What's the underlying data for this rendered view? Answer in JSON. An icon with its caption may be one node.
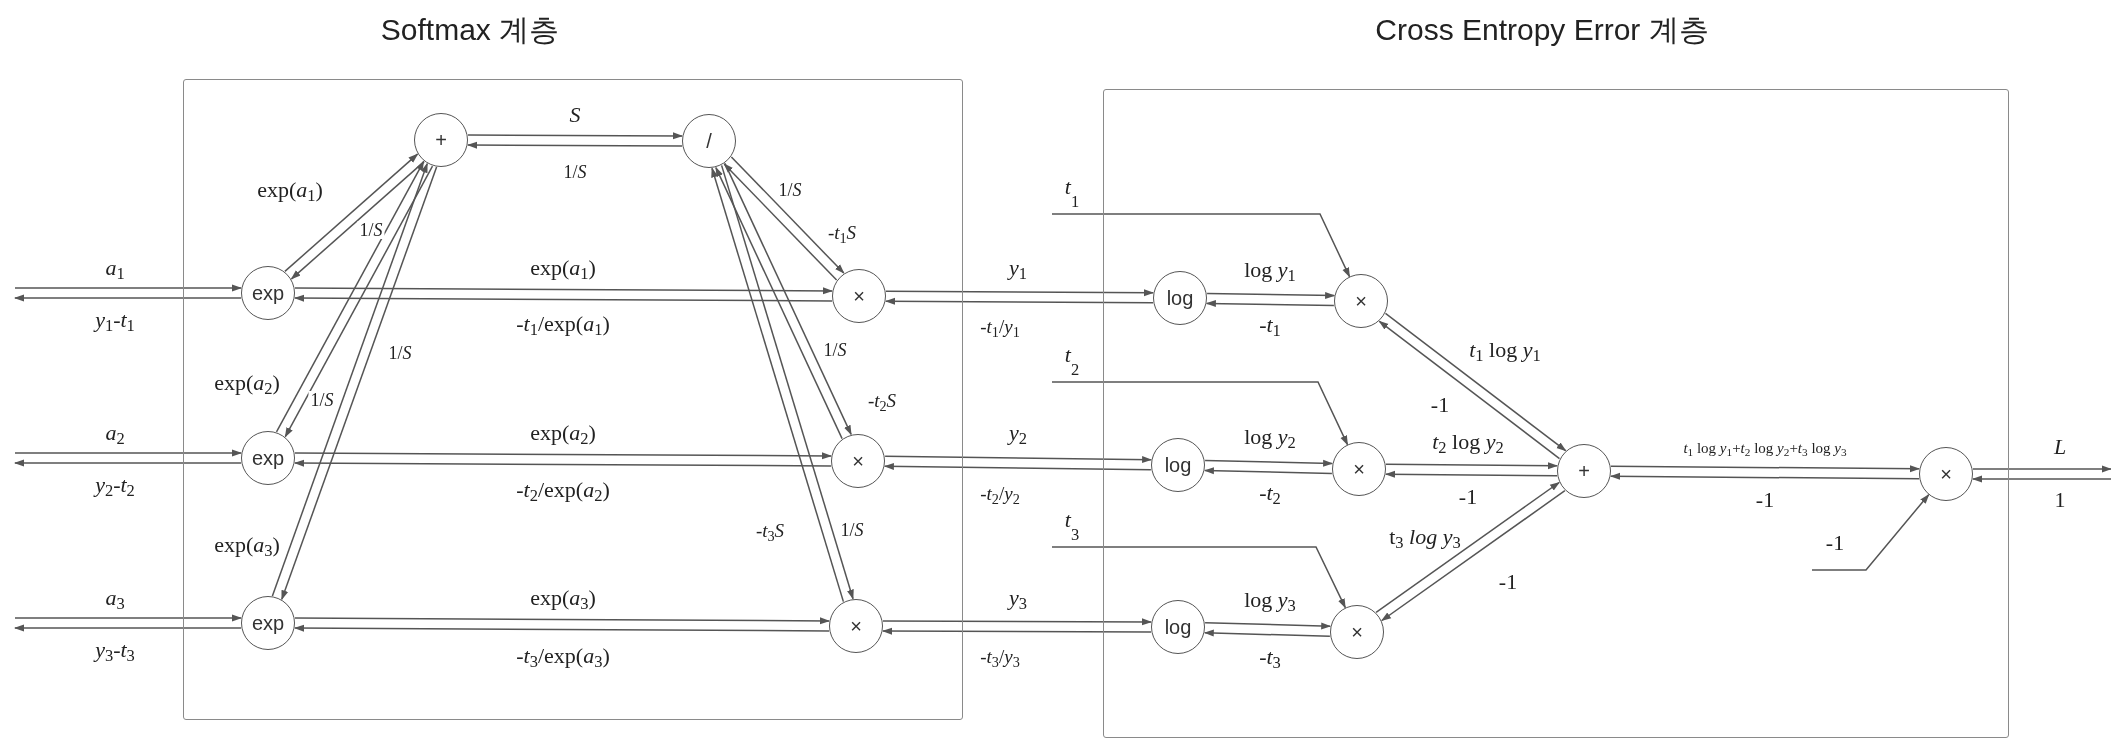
{
  "diagram": {
    "nodes": [
      {
        "text": [
          "Softmax 계층"
        ]
      },
      {
        "text": [
          "Cross Entropy Error 계층"
        ]
      },
      {
        "text": [
          "exp"
        ],
        "in": 0
      },
      {
        "text": [
          "exp"
        ],
        "in": 0
      },
      {
        "text": [
          "exp"
        ],
        "in": 0
      },
      {
        "text": [
          "+"
        ],
        "in": 0
      },
      {
        "text": [
          "/"
        ],
        "in": 0
      },
      {
        "text": [
          "×"
        ],
        "in": 0
      },
      {
        "text": [
          "×"
        ],
        "in": 0
      },
      {
        "text": [
          "×"
        ],
        "in": 0
      },
      {
        "text": [
          "log"
        ],
        "in": 1
      },
      {
        "text": [
          "log"
        ],
        "in": 1
      },
      {
        "text": [
          "log"
        ],
        "in": 1
      },
      {
        "text": [
          "×"
        ],
        "in": 1
      },
      {
        "text": [
          "×"
        ],
        "in": 1
      },
      {
        "text": [
          "×"
        ],
        "in": 1
      },
      {
        "text": [
          "+"
        ],
        "in": 1
      },
      {
        "text": [
          "×"
        ],
        "in": 1
      },
      {
        "text": [
          "*t*$_{1}$"
        ]
      },
      {
        "text": [
          "*t*$_{2}$"
        ]
      },
      {
        "text": [
          "*t*$_{3}$"
        ]
      },
      {
        "text": [
          "-1"
        ],
        "in": 1
      }
    ],
    "edges": [
      {
        "from": null,
        "to": 2,
        "arrow": "to",
        "label": "*a*$_{1}$"
      },
      {
        "from": 2,
        "to": null,
        "arrow": "to",
        "label": "*y*$_{1}$-*t*$_{1}$"
      },
      {
        "from": null,
        "to": 3,
        "arrow": "to",
        "label": "*a*$_{2}$"
      },
      {
        "from": 3,
        "to": null,
        "arrow": "to",
        "label": "*y*$_{2}$-*t*$_{2}$"
      },
      {
        "from": null,
        "to": 4,
        "arrow": "to",
        "label": "*a*$_{3}$"
      },
      {
        "from": 4,
        "to": null,
        "arrow": "to",
        "label": "*y*$_{3}$-*t*$_{3}$"
      },
      {
        "from": 2,
        "to": 5,
        "arrow": "to",
        "label": "exp(*a*$_{1}$)"
      },
      {
        "from": 5,
        "to": 2,
        "arrow": "to",
        "label": "1/*S*"
      },
      {
        "from": 3,
        "to": 5,
        "arrow": "to",
        "label": "exp(*a*$_{2}$)"
      },
      {
        "from": 5,
        "to": 3,
        "arrow": "to",
        "label": "1/*S*"
      },
      {
        "from": 4,
        "to": 5,
        "arrow": "to",
        "label": "exp(*a*$_{3}$)"
      },
      {
        "from": 5,
        "to": 4,
        "arrow": "to",
        "label": "1/*S*"
      },
      {
        "from": 5,
        "to": 6,
        "arrow": "to",
        "label": "*S*"
      },
      {
        "from": 6,
        "to": 5,
        "arrow": "to",
        "label": "1/*S*"
      },
      {
        "from": 6,
        "to": 7,
        "arrow": "to",
        "label": "1/*S*"
      },
      {
        "from": 7,
        "to": 6,
        "arrow": "to",
        "label": "-*t*$_{1}$*S*"
      },
      {
        "from": 6,
        "to": 8,
        "arrow": "to",
        "label": "1/*S*"
      },
      {
        "from": 8,
        "to": 6,
        "arrow": "to",
        "label": "-*t*$_{2}$*S*"
      },
      {
        "from": 6,
        "to": 9,
        "arrow": "to",
        "label": "1/*S*"
      },
      {
        "from": 9,
        "to": 6,
        "arrow": "to",
        "label": "-*t*$_{3}$*S*"
      },
      {
        "from": 2,
        "to": 7,
        "arrow": "to",
        "label": "exp(*a*$_{1}$)"
      },
      {
        "from": 7,
        "to": 2,
        "arrow": "to",
        "label": "-*t*$_{1}$/exp(*a*$_{1}$)"
      },
      {
        "from": 3,
        "to": 8,
        "arrow": "to",
        "label": "exp(*a*$_{2}$)"
      },
      {
        "from": 8,
        "to": 3,
        "arrow": "to",
        "label": "-*t*$_{2}$/exp(*a*$_{2}$)"
      },
      {
        "from": 4,
        "to": 9,
        "arrow": "to",
        "label": "exp(*a*$_{3}$)"
      },
      {
        "from": 9,
        "to": 4,
        "arrow": "to",
        "label": "-*t*$_{3}$/exp(*a*$_{3}$)"
      },
      {
        "from": 7,
        "to": 10,
        "arrow": "to",
        "label": "*y*$_{1}$"
      },
      {
        "from": 10,
        "to": 7,
        "arrow": "to",
        "label": "-*t*$_{1}$/*y*$_{1}$"
      },
      {
        "from": 8,
        "to": 11,
        "arrow": "to",
        "label": "*y*$_{2}$"
      },
      {
        "from": 11,
        "to": 8,
        "arrow": "to",
        "label": "-*t*$_{2}$/*y*$_{2}$"
      },
      {
        "from": 9,
        "to": 12,
        "arrow": "to",
        "label": "*y*$_{3}$"
      },
      {
        "from": 12,
        "to": 9,
        "arrow": "to",
        "label": "-*t*$_{3}$/*y*$_{3}$"
      },
      {
        "from": 10,
        "to": 13,
        "arrow": "to",
        "label": "log *y*$_{1}$"
      },
      {
        "from": 13,
        "to": 10,
        "arrow": "to",
        "label": "-*t*$_{1}$"
      },
      {
        "from": 11,
        "to": 14,
        "arrow": "to",
        "label": "log *y*$_{2}$"
      },
      {
        "from": 14,
        "to": 11,
        "arrow": "to",
        "label": "-*t*$_{2}$"
      },
      {
        "from": 12,
        "to": 15,
        "arrow": "to",
        "label": "log *y*$_{3}$"
      },
      {
        "from": 15,
        "to": 12,
        "arrow": "to",
        "label": "-*t*$_{3}$"
      },
      {
        "from": 18,
        "to": 13,
        "arrow": "to"
      },
      {
        "from": 19,
        "to": 14,
        "arrow": "to"
      },
      {
        "from": 20,
        "to": 15,
        "arrow": "to"
      },
      {
        "from": 13,
        "to": 16,
        "arrow": "to",
        "label": "*t*$_{1}$ log *y*$_{1}$"
      },
      {
        "from": 16,
        "to": 13,
        "arrow": "to",
        "label": "-1"
      },
      {
        "from": 14,
        "to": 16,
        "arrow": "to",
        "label": "*t*$_{2}$ log *y*$_{2}$"
      },
      {
        "from": 16,
        "to": 14,
        "arrow": "to",
        "label": "-1"
      },
      {
        "from": 15,
        "to": 16,
        "arrow": "to",
        "label": "t$_{3}$ *log y*$_{3}$"
      },
      {
        "from": 16,
        "to": 15,
        "arrow": "to",
        "label": "-1"
      },
      {
        "from": 16,
        "to": 17,
        "arrow": "to",
        "label": "*t*$_{1}$ log *y*$_{1}$+*t*$_{2}$ log *y*$_{2}$+*t*$_{3}$ log *y*$_{3}$"
      },
      {
        "from": 17,
        "to": 16,
        "arrow": "to",
        "label": "-1"
      },
      {
        "from": 21,
        "to": 17,
        "arrow": "to"
      },
      {
        "from": 17,
        "to": null,
        "arrow": "to",
        "label": "*L*"
      },
      {
        "from": null,
        "to": 17,
        "arrow": "to",
        "label": "1"
      }
    ]
  }
}
